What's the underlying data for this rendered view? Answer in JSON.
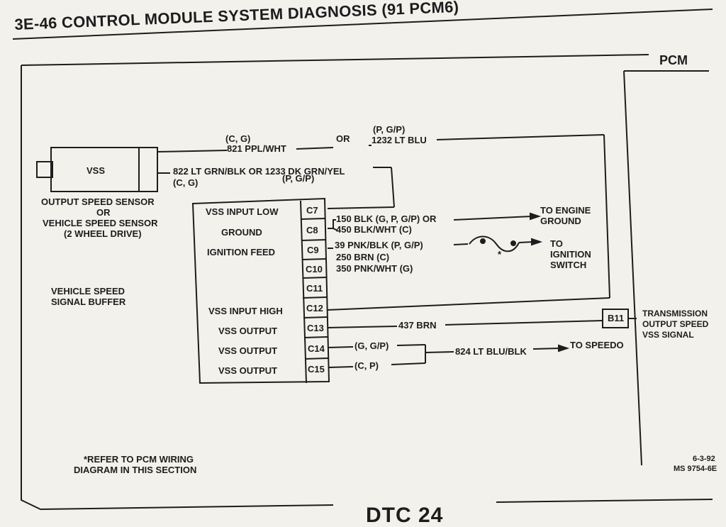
{
  "header": {
    "title": "3E-46  CONTROL MODULE SYSTEM  DIAGNOSIS  (91 PCM6)"
  },
  "pcm": {
    "label": "PCM"
  },
  "sensor": {
    "box_label": "VSS",
    "caption": [
      "OUTPUT SPEED SENSOR",
      "OR",
      "VEHICLE SPEED SENSOR",
      "(2 WHEEL DRIVE)"
    ]
  },
  "buffer": {
    "label": [
      "VEHICLE SPEED",
      "SIGNAL BUFFER"
    ]
  },
  "wires": {
    "top_left_codes": "(C, G)",
    "top_left_wire": "821 PPL/WHT",
    "top_or": "OR",
    "top_right_codes": "(P, G/P)",
    "top_right_wire": "1232 LT BLU",
    "second_wire": "822 LT GRN/BLK OR 1233 DK GRN/YEL",
    "second_codes_left": "(C, G)",
    "second_codes_right": "(P, G/P)",
    "ground_line1": "150 BLK (G, P, G/P) OR",
    "ground_line2": "450 BLK/WHT (C)",
    "ground_dest": [
      "TO ENGINE",
      "GROUND"
    ],
    "ign_line1": "39 PNK/BLK (P, G/P)",
    "ign_line2": "250 BRN (C)",
    "ign_line3": "350 PNK/WHT (G)",
    "ign_dest": [
      "TO",
      "IGNITION",
      "SWITCH"
    ],
    "fuse_mark": "*",
    "out_wire": "437 BRN",
    "speedo_codes_1": "(G, G/P)",
    "speedo_codes_2": "(C, P)",
    "speedo_wire": "824 LT BLU/BLK",
    "speedo_dest": "TO SPEEDO"
  },
  "connector": {
    "rows": [
      {
        "label": "VSS INPUT LOW",
        "pin": "C7"
      },
      {
        "label": "GROUND",
        "pin": "C8"
      },
      {
        "label": "IGNITION FEED",
        "pin": "C9"
      },
      {
        "label": "",
        "pin": "C10"
      },
      {
        "label": "",
        "pin": "C11"
      },
      {
        "label": "VSS INPUT HIGH",
        "pin": "C12"
      },
      {
        "label": "VSS OUTPUT",
        "pin": "C13"
      },
      {
        "label": "VSS OUTPUT",
        "pin": "C14"
      },
      {
        "label": "VSS OUTPUT",
        "pin": "C15"
      }
    ]
  },
  "pcm_pin": {
    "pin": "B11",
    "label": [
      "TRANSMISSION",
      "OUTPUT SPEED",
      "VSS SIGNAL"
    ]
  },
  "footnote": [
    "*REFER TO PCM WIRING",
    "DIAGRAM IN THIS SECTION"
  ],
  "doc_ref": [
    "6-3-92",
    "MS 9754-6E"
  ],
  "footer": {
    "title": "DTC 24"
  }
}
